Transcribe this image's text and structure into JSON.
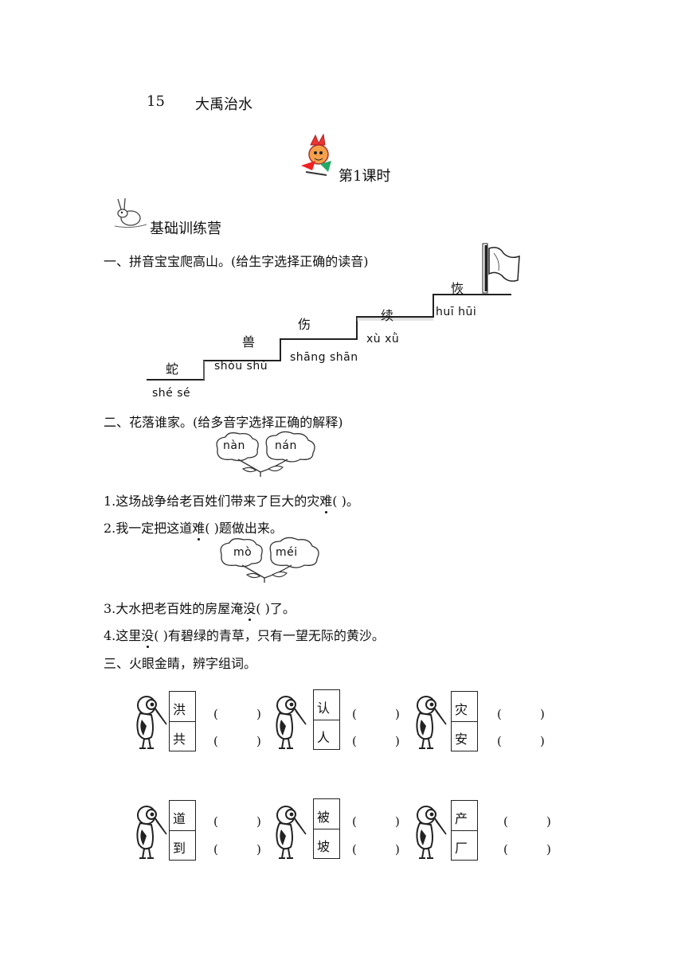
{
  "header": {
    "lesson_number": "15",
    "lesson_title": "大禹治水",
    "period": "第1课时"
  },
  "section_banner": "基础训练营",
  "q1": {
    "title": "一、拼音宝宝爬高山。(给生字选择正确的读音)",
    "steps": [
      {
        "char": "蛇",
        "pinyin": "shé sé"
      },
      {
        "char": "兽",
        "pinyin": "shòu shù"
      },
      {
        "char": "伤",
        "pinyin": "shāng shān"
      },
      {
        "char": "续",
        "pinyin": "xù xǜ"
      },
      {
        "char": "恢",
        "pinyin": "huī hūi"
      }
    ]
  },
  "q2": {
    "title": "二、花落谁家。(给多音字选择正确的解释)",
    "flower1": [
      "nàn",
      "nán"
    ],
    "flower2": [
      "mò",
      "méi"
    ],
    "s1": {
      "pre": "1.这场战争给老百姓们带来了巨大的灾",
      "mark": "难",
      "post": "(          )。"
    },
    "s2": {
      "pre": "2.我一定把这道",
      "mark": "难",
      "post": "(          )题做出来。"
    },
    "s3": {
      "pre": "3.大水把老百姓的房屋淹",
      "mark": "没",
      "post": "(          )了。"
    },
    "s4": {
      "pre": "4.这里",
      "mark": "没",
      "post": "(          )有碧绿的青草，只有一望无际的黄沙。"
    }
  },
  "q3": {
    "title": "三、火眼金睛，辨字组词。",
    "paren_open": "(",
    "paren_close": ")",
    "pairs": [
      [
        "洪",
        "共"
      ],
      [
        "认",
        "人"
      ],
      [
        "灾",
        "安"
      ],
      [
        "道",
        "到"
      ],
      [
        "被",
        "坡"
      ],
      [
        "产",
        "厂"
      ]
    ]
  }
}
